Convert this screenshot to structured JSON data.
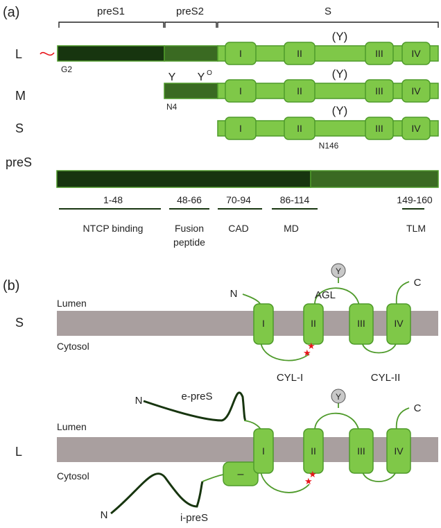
{
  "panel_a": {
    "label": "(a)",
    "domains": {
      "pres1": "preS1",
      "pres2": "preS2",
      "s": "S"
    },
    "proteins": [
      {
        "label": "L",
        "site": "G2"
      },
      {
        "label": "M",
        "site": "N4"
      },
      {
        "label": "S",
        "site": "N146"
      }
    ],
    "tm_labels": [
      "I",
      "II",
      "III",
      "IV"
    ],
    "glycan_symbol": "Y",
    "glycan_optional": "(Y)",
    "o_glycan_symbol": "Y",
    "o_glycan_mark": "O",
    "pres": {
      "label": "preS",
      "regions": [
        {
          "range": "1-48",
          "name": "NTCP binding"
        },
        {
          "range": "48-66",
          "name": "Fusion",
          "name2": "peptide"
        },
        {
          "range": "70-94",
          "name": "CAD"
        },
        {
          "range": "86-114",
          "name": "MD"
        },
        {
          "range": "149-160",
          "name": "TLM"
        }
      ]
    }
  },
  "panel_b": {
    "label": "(b)",
    "s": {
      "label": "S",
      "lumen": "Lumen",
      "cytosol": "Cytosol",
      "n": "N",
      "c": "C",
      "agl": "AGL",
      "cyl1": "CYL-I",
      "cyl2": "CYL-II",
      "glycan": "Y"
    },
    "l": {
      "label": "L",
      "lumen": "Lumen",
      "cytosol": "Cytosol",
      "n_ext": "N",
      "n_int": "N",
      "c": "C",
      "e_pres": "e-preS",
      "i_pres": "i-preS",
      "dash": "–",
      "glycan": "Y"
    }
  },
  "colors": {
    "dark_green": "#17350f",
    "mid_green": "#3a6a22",
    "light_green": "#7fc848",
    "outline_green": "#4e9a2a",
    "membrane": "#a99f9f",
    "star": "#e8151b"
  }
}
